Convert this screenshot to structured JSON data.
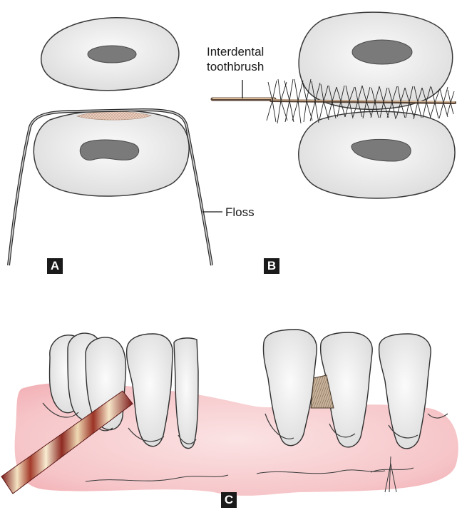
{
  "figure": {
    "panels": [
      {
        "id": "A",
        "label": "A"
      },
      {
        "id": "B",
        "label": "B"
      },
      {
        "id": "C",
        "label": "C"
      }
    ],
    "callouts": {
      "interdental_line1": "Interdental",
      "interdental_line2": "toothbrush",
      "floss": "Floss"
    },
    "colors": {
      "tooth_fill": "#f1f1f1",
      "tooth_outline": "#3a3a3a",
      "pulp": "#7a7a7a",
      "gum": "#f3b4b8",
      "gum_light": "#fbe3e4",
      "floss_tape_dark": "#8a1f1f",
      "floss_tape_light": "#f6e7c9",
      "label_bg": "#1a1a1a",
      "plaque": "#d9b8a6"
    }
  }
}
